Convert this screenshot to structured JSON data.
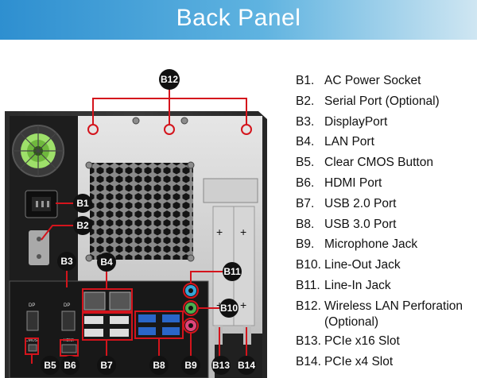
{
  "header": {
    "title": "Back Panel"
  },
  "callouts": [
    "B1",
    "B2",
    "B3",
    "B4",
    "B5",
    "B6",
    "B7",
    "B8",
    "B9",
    "B10",
    "B11",
    "B12",
    "B13",
    "B14"
  ],
  "port_labels": {
    "dp_left": "DP",
    "dp_right": "DP",
    "cmos": "CMOS",
    "hdmi": "HDMI"
  },
  "legend": [
    {
      "code": "B1.",
      "text": "AC Power Socket"
    },
    {
      "code": "B2.",
      "text": "Serial Port (Optional)"
    },
    {
      "code": "B3.",
      "text": "DisplayPort"
    },
    {
      "code": "B4.",
      "text": "LAN Port"
    },
    {
      "code": "B5.",
      "text": "Clear CMOS Button"
    },
    {
      "code": "B6.",
      "text": "HDMI Port"
    },
    {
      "code": "B7.",
      "text": "USB 2.0 Port"
    },
    {
      "code": "B8.",
      "text": "USB 3.0 Port"
    },
    {
      "code": "B9.",
      "text": "Microphone Jack"
    },
    {
      "code": "B10.",
      "text": "Line-Out Jack"
    },
    {
      "code": "B11.",
      "text": "Line-In Jack"
    },
    {
      "code": "B12.",
      "text": "Wireless LAN Perforation (Optional)"
    },
    {
      "code": "B13.",
      "text": "PCIe x16 Slot"
    },
    {
      "code": "B14.",
      "text": "PCIe x4 Slot"
    }
  ],
  "colors": {
    "banner_start": "#2e8fd0",
    "banner_end": "#cfe6f2",
    "callout_fill": "#111111",
    "leader_line": "#d4141c",
    "usb3_blue": "#2a66c8",
    "jack_blue": "#36a6d8",
    "jack_green": "#4caf50",
    "jack_pink": "#e0457a",
    "chassis": "#2a2a2a"
  }
}
